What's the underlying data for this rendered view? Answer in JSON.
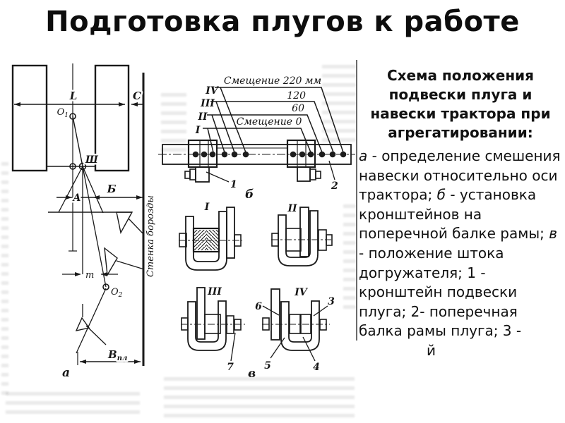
{
  "slide": {
    "title": "Подготовка плугов к работе",
    "ink_color": "#1a1a1a",
    "background_color": "#ffffff"
  },
  "caption": {
    "heading": "Схема положения подвески плуга и навески трактора при агрегатировании:",
    "segments": [
      {
        "text": "а",
        "italic": true
      },
      {
        "text": " - определение смешения навески относительно оси трактора; "
      },
      {
        "text": "б",
        "italic": true
      },
      {
        "text": " - установка кронштейнов на поперечной балке рамы; "
      },
      {
        "text": "в",
        "italic": true
      },
      {
        "text": " - положение штока догружателя; 1 - кронштейн подвески плуга; 2- поперечная балка рамы плуга; 3 - "
      },
      {
        "text": "й",
        "clipped": true
      }
    ]
  },
  "dia_a": {
    "L": "L",
    "C": "C",
    "o1_main": "О",
    "o1_sub": "1",
    "sh": "Ш",
    "A": "А",
    "B": "Б",
    "m": "m",
    "o2_main": "О",
    "o2_sub": "2",
    "bpl_main": "В",
    "bpl_sub": "пл",
    "wall": "Стенка борозды",
    "part": "а"
  },
  "dia_b": {
    "off220": "Смещение 220 мм",
    "off120": "120",
    "off60": "60",
    "off0": "Смещение 0",
    "n4": "IV",
    "n3": "III",
    "n2": "II",
    "n1": "I",
    "p1": "1",
    "p2": "2",
    "part": "б"
  },
  "dia_v": {
    "c1": "I",
    "c2": "II",
    "c3": "III",
    "c4": "IV",
    "p3": "3",
    "p4": "4",
    "p5": "5",
    "p6": "6",
    "p7": "7",
    "part": "в"
  }
}
